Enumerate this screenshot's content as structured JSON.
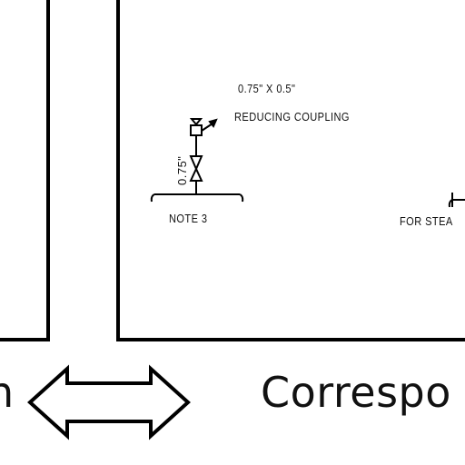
{
  "diagram": {
    "size_label": "0.75\" X 0.5\"",
    "fitting_label": "REDUCING COUPLING",
    "pipe_size_label": "0.75\"",
    "note_label": "NOTE 3",
    "right_fragment_label": "FOR STEA",
    "left_caption_fragment": "n",
    "right_caption_fragment": "Correspo",
    "line_color": "#000000",
    "icons": [
      "double-arrow-icon",
      "valve-icon",
      "coupling-icon",
      "leader-arrow-icon"
    ]
  }
}
